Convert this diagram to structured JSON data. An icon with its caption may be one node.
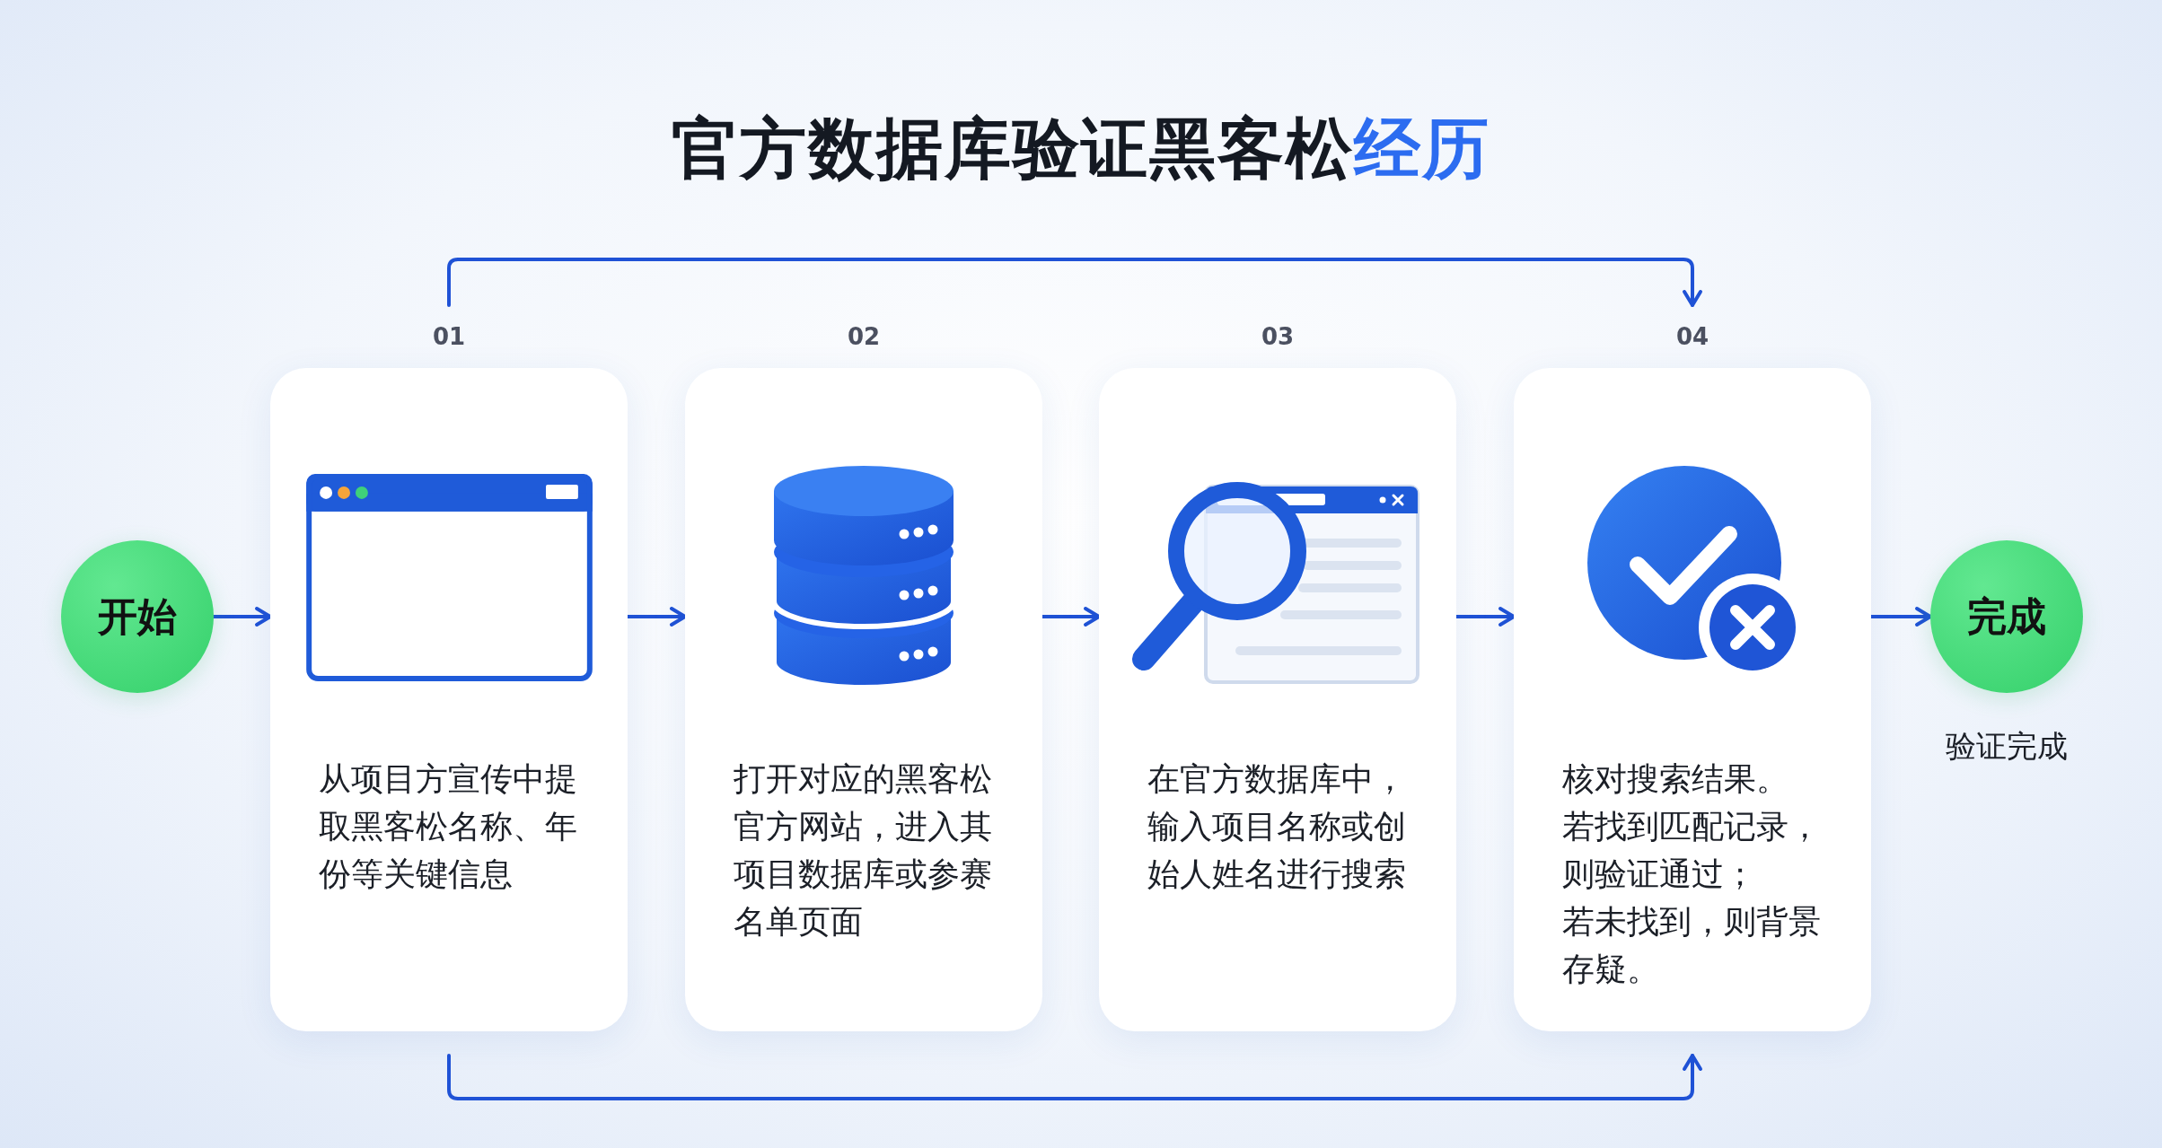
{
  "diagram": {
    "title": "官方数据库验证黑客松经历",
    "nodes": [
      {
        "text": [
          "开始"
        ]
      },
      {
        "text": [
          "01",
          "从项目方宣传中提取黑客松名称、年份等关键信息"
        ]
      },
      {
        "text": [
          "02",
          "打开对应的黑客松官方网站，进入其项目数据库或参赛名单页面"
        ]
      },
      {
        "text": [
          "03",
          "在官方数据库中，输入项目名称或创始人姓名进行搜索"
        ]
      },
      {
        "text": [
          "04",
          "核对搜索结果。",
          "若找到匹配记录，则验证通过；",
          "若未找到，则背景存疑。"
        ]
      },
      {
        "text": [
          "完成"
        ],
        "beside": [
          "验证完成"
        ]
      }
    ],
    "edges": [
      {
        "from": 0,
        "to": 1,
        "arrow": "to"
      },
      {
        "from": 1,
        "to": 2,
        "arrow": "to"
      },
      {
        "from": 2,
        "to": 3,
        "arrow": "to"
      },
      {
        "from": 3,
        "to": 4,
        "arrow": "to"
      },
      {
        "from": 4,
        "to": 5,
        "arrow": "to"
      },
      {
        "from": 1,
        "to": 4,
        "arrow": "to"
      },
      {
        "from": 1,
        "to": 4,
        "arrow": "to"
      }
    ]
  }
}
